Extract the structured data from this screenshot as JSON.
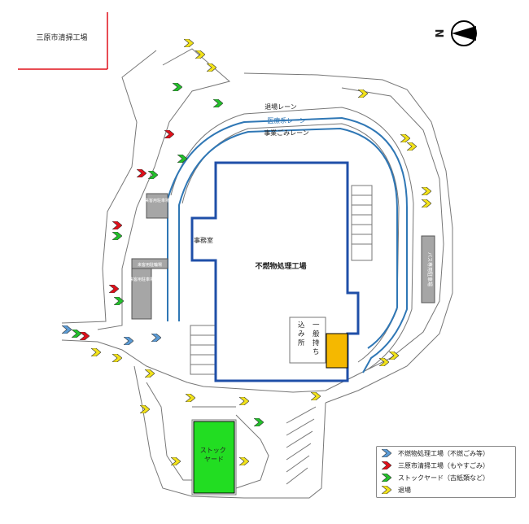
{
  "header": {
    "facility_name": "三原市清掃工場"
  },
  "map": {
    "main_building": "不燃物処理工場",
    "office": "事務室",
    "stock_yard": "ストック\nヤード",
    "drop_off": "一般持ち込み所",
    "lanes": {
      "exit": "退場レーン",
      "blue": "医療系レーン",
      "business": "事業ごみレーン"
    },
    "parking_labels": [
      "来客用駐車場",
      "来客用駐輪場",
      "来客用駐車場"
    ],
    "bus_parking": "バス専用駐車場"
  },
  "legend": {
    "items": [
      {
        "label": "不燃物処理工場（不燃ごみ等）",
        "color": "#5b9bd5"
      },
      {
        "label": "三原市清掃工場（もやすごみ）",
        "color": "#e0101a"
      },
      {
        "label": "ストックヤード（古紙類など）",
        "color": "#22c02a"
      },
      {
        "label": "退場",
        "color": "#f2e21a"
      }
    ]
  },
  "colors": {
    "building_outline": "#1f4fa8",
    "lane_blue": "#2f77b5",
    "stock_yard": "#22dd22",
    "drop_off": "#f5b800",
    "gray_block": "#a6a6a6"
  }
}
